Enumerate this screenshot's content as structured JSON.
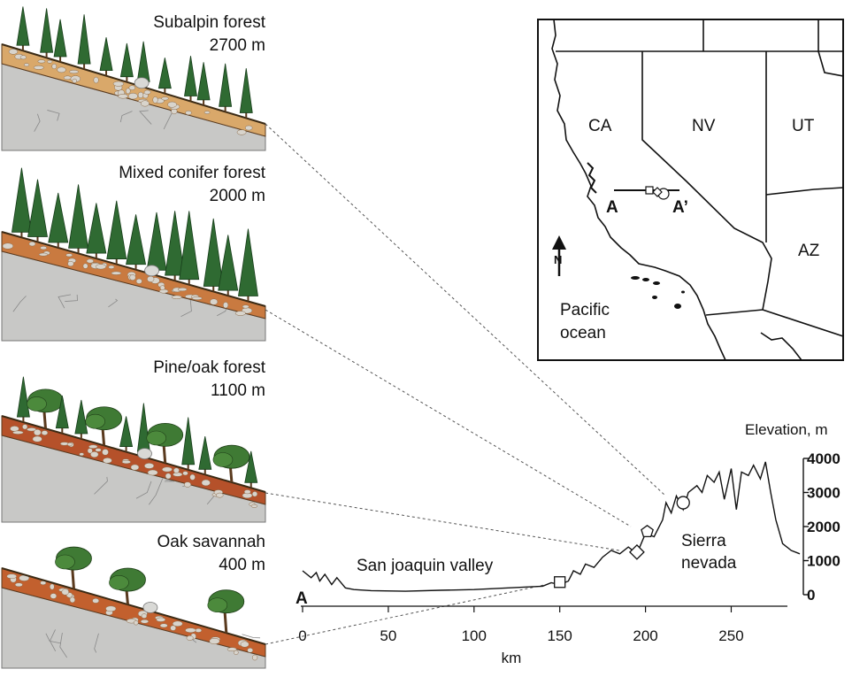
{
  "panels": [
    {
      "name": "Subalpin forest",
      "elevation": "2700 m",
      "soil": "#d9a86a",
      "variant": "subalpine"
    },
    {
      "name": "Mixed conifer forest",
      "elevation": "2000 m",
      "soil": "#c97a40",
      "variant": "conifer"
    },
    {
      "name": "Pine/oak forest",
      "elevation": "1100 m",
      "soil": "#b5512a",
      "variant": "pineoak"
    },
    {
      "name": "Oak savannah",
      "elevation": "400 m",
      "soil": "#c2602e",
      "variant": "savannah"
    }
  ],
  "map": {
    "states": [
      "CA",
      "NV",
      "UT",
      "AZ"
    ],
    "ocean": [
      "Pacific",
      "ocean"
    ],
    "north": "N",
    "transect_start": "A",
    "transect_end": "A’"
  },
  "profile": {
    "start_label": "A",
    "ylabel": "Elevation, m",
    "xlabel": "km",
    "region_valley": "San joaquin valley",
    "region_sierra": [
      "Sierra",
      "nevada"
    ],
    "xticks": [
      "0",
      "50",
      "100",
      "150",
      "200",
      "250"
    ],
    "yticks": [
      "4000",
      "3000",
      "2000",
      "1000",
      "0"
    ]
  },
  "chart_data": {
    "type": "line",
    "title": "",
    "xlabel": "km",
    "ylabel": "Elevation, m",
    "xlim": [
      0,
      290
    ],
    "ylim": [
      0,
      4000
    ],
    "x": [
      0,
      5,
      8,
      10,
      13,
      17,
      20,
      25,
      30,
      40,
      60,
      80,
      100,
      120,
      140,
      145,
      150,
      155,
      158,
      162,
      165,
      170,
      175,
      180,
      185,
      190,
      195,
      200,
      205,
      210,
      212,
      215,
      218,
      222,
      225,
      230,
      233,
      236,
      240,
      243,
      246,
      250,
      253,
      256,
      260,
      263,
      267,
      270,
      273,
      276,
      280,
      285,
      290
    ],
    "values": [
      700,
      500,
      650,
      400,
      600,
      300,
      500,
      200,
      150,
      120,
      100,
      130,
      150,
      200,
      250,
      350,
      300,
      400,
      700,
      600,
      900,
      800,
      1100,
      1300,
      1200,
      1400,
      1200,
      1800,
      1700,
      2200,
      2700,
      2400,
      2900,
      2500,
      3000,
      3200,
      3000,
      3500,
      3300,
      3600,
      2800,
      3700,
      2500,
      3600,
      3500,
      3800,
      3400,
      3900,
      3000,
      2200,
      1500,
      1300,
      1200
    ],
    "markers": [
      {
        "shape": "square",
        "x": 150,
        "y": 370,
        "panel": "Oak savannah"
      },
      {
        "shape": "diamond",
        "x": 195,
        "y": 1250,
        "panel": "Pine/oak forest"
      },
      {
        "shape": "pentagon",
        "x": 201,
        "y": 1850,
        "panel": "Mixed conifer forest"
      },
      {
        "shape": "circle",
        "x": 222,
        "y": 2700,
        "panel": "Subalpin forest"
      }
    ]
  },
  "colors": {
    "bedrock": "#c8c8c6",
    "tree_conifer": "#2f6a32",
    "tree_oak": "#3f7a34",
    "trunk": "#5a3a1e",
    "line": "#111111"
  }
}
